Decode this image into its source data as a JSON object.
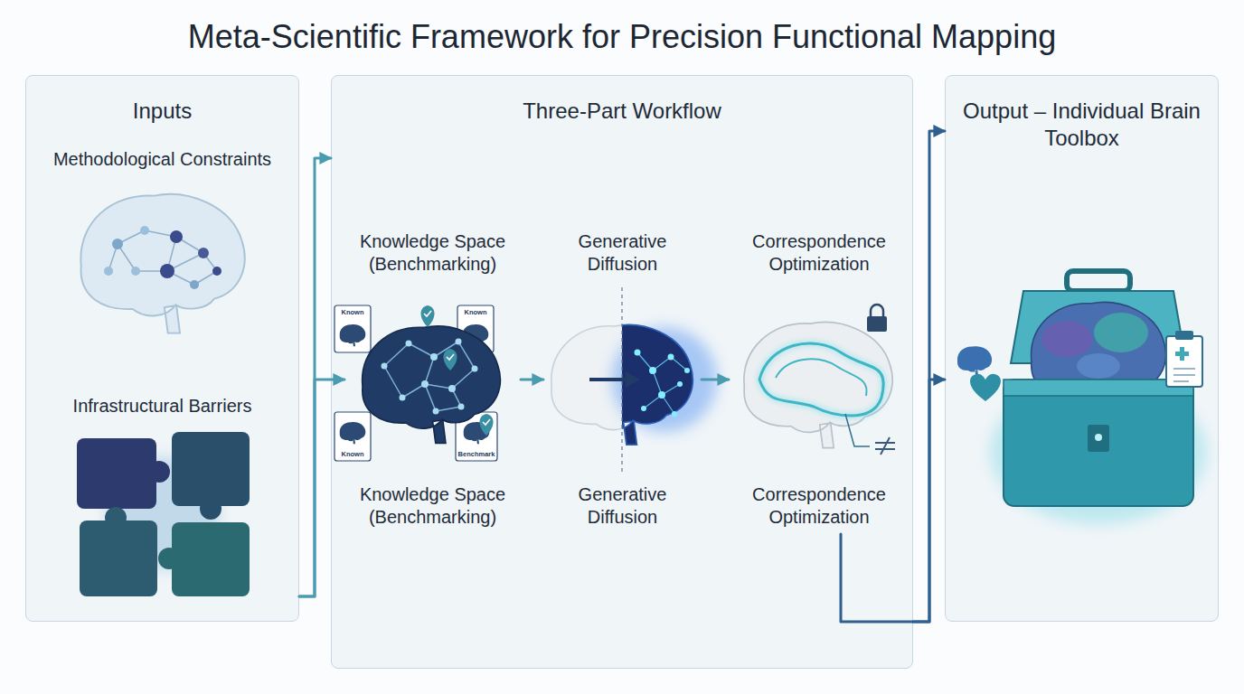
{
  "diagram": {
    "title": "Meta-Scientific Framework for Precision Functional Mapping",
    "nodes": [
      {
        "text": [
          "Inputs",
          "Methodological Constraints",
          "Infrastructural Barriers"
        ]
      },
      {
        "text": [
          "Three-Part Workflow"
        ]
      },
      {
        "text": [
          "Knowledge Space (Benchmarking)",
          "Knowledge Space (Benchmarking)"
        ],
        "in": 1
      },
      {
        "text": [
          "Generative Diffusion",
          "Generative Diffusion"
        ],
        "in": 1
      },
      {
        "text": [
          "Correspondence Optimization",
          "Correspondence Optimization"
        ],
        "in": 1
      },
      {
        "text": [
          "Output – Individual Brain Toolbox"
        ]
      }
    ],
    "edges": [
      {
        "from": 0,
        "to": 1,
        "arrow": "to"
      },
      {
        "from": 0,
        "to": 2,
        "arrow": "to"
      },
      {
        "from": 2,
        "to": 3,
        "arrow": "to"
      },
      {
        "from": 3,
        "to": 4,
        "arrow": "to"
      },
      {
        "from": 4,
        "to": 5,
        "arrow": "to"
      },
      {
        "from": 1,
        "to": 5,
        "arrow": "to"
      }
    ],
    "labels": [
      "Known",
      "Known",
      "Known",
      "Benchmark"
    ]
  }
}
